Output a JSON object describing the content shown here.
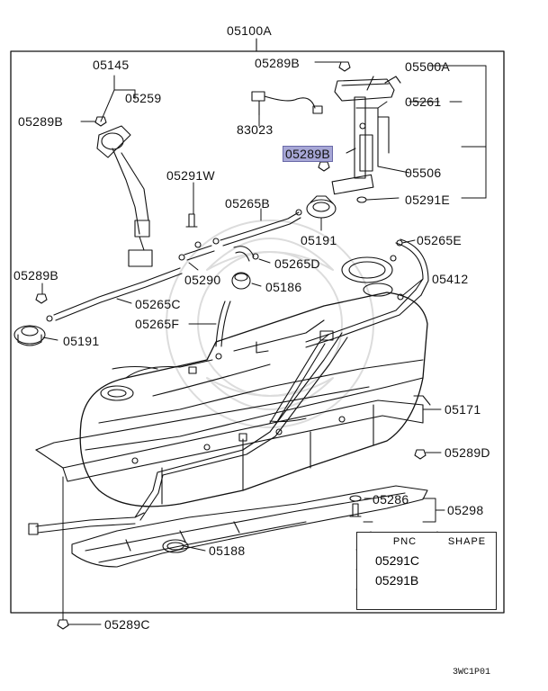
{
  "parts": {
    "p05100A": "05100A",
    "p05289B_top": "05289B",
    "p05500A": "05500A",
    "p05145": "05145",
    "p05259": "05259",
    "p05289B_left": "05289B",
    "p05261": "05261",
    "p83023": "83023",
    "p05289B_hl": "05289B",
    "p05506": "05506",
    "p05291W": "05291W",
    "p05291E": "05291E",
    "p05265B": "05265B",
    "p05191_top": "05191",
    "p05265E": "05265E",
    "p05289B_mid": "05289B",
    "p05265D": "05265D",
    "p05290": "05290",
    "p05412": "05412",
    "p05186": "05186",
    "p05265C": "05265C",
    "p05191_left": "05191",
    "p05265F": "05265F",
    "p05171": "05171",
    "p05289D": "05289D",
    "p05286": "05286",
    "p05298": "05298",
    "p05188": "05188",
    "p05289C": "05289C"
  },
  "legend_table": {
    "header_pnc": "PNC",
    "header_shape": "SHAPE",
    "row1_pnc": "05291C",
    "row2_pnc": "05291B"
  },
  "footer_code": "3WC1P01",
  "highlight_color": "#a7a7d6"
}
